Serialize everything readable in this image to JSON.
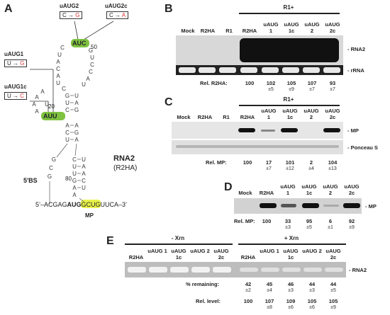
{
  "panels": {
    "A": "A",
    "B": "B",
    "C": "C",
    "D": "D",
    "E": "E"
  },
  "panelA": {
    "mutations": [
      {
        "name": "uAUG2",
        "from": "C →",
        "to": "G"
      },
      {
        "name": "uAUG2c",
        "from": "C →",
        "to": "A"
      },
      {
        "name": "uAUG1",
        "from": "U →",
        "to": "G"
      },
      {
        "name": "uAUG1c",
        "from": "U →",
        "to": "C"
      }
    ],
    "title": "RNA2",
    "subtitle": "(R2HA)",
    "bs_label": "5'BS",
    "num50": "50",
    "num20": "20",
    "num80": "80",
    "seq5": "5’–ACGAG",
    "seqAUG": "AUG",
    "seq3": "GCUGUUCA–3’",
    "mp": "MP",
    "auc": "AUC",
    "auu": "AUU"
  },
  "panelB": {
    "group": "R1+",
    "lanes": [
      "Mock",
      "R2HA",
      "R1",
      "R2HA",
      "uAUG 1",
      "uAUG 1c",
      "uAUG 2",
      "uAUG 2c"
    ],
    "side_labels": [
      "- RNA2",
      "- rRNA"
    ],
    "rel_label": "Rel. R2HA:",
    "values": [
      "100",
      "102",
      "105",
      "107",
      "93"
    ],
    "sds": [
      "",
      "±5",
      "±9",
      "±7",
      "±7"
    ]
  },
  "panelC": {
    "group": "R1+",
    "lanes": [
      "Mock",
      "R2HA",
      "R1",
      "R2HA",
      "uAUG 1",
      "uAUG 1c",
      "uAUG 2",
      "uAUG 2c"
    ],
    "side_labels": [
      "- MP",
      "- Ponceau S"
    ],
    "rel_label": "Rel. MP:",
    "values": [
      "100",
      "17",
      "101",
      "2",
      "104"
    ],
    "sds": [
      "",
      "±7",
      "±12",
      "±4",
      "±13"
    ]
  },
  "panelD": {
    "lanes": [
      "Mock",
      "R2HA",
      "uAUG 1",
      "uAUG 1c",
      "uAUG 2",
      "uAUG 2c"
    ],
    "side_labels": [
      "- MP"
    ],
    "rel_label": "Rel. MP:",
    "values": [
      "100",
      "33",
      "95",
      "6",
      "92"
    ],
    "sds": [
      "",
      "±3",
      "±5",
      "±1",
      "±9"
    ]
  },
  "panelE": {
    "groups": [
      "- Xrn",
      "+ Xrn"
    ],
    "lanes": [
      "R2HA",
      "uAUG 1",
      "uAUG 1c",
      "uAUG 2",
      "uAUG 2c",
      "R2HA",
      "uAUG 1",
      "uAUG 1c",
      "uAUG 2",
      "uAUG 2c"
    ],
    "side_labels": [
      "- RNA2"
    ],
    "pct_label": "% remaining:",
    "pct_values": [
      "42",
      "45",
      "46",
      "44",
      "44"
    ],
    "pct_sds": [
      "±2",
      "±4",
      "±3",
      "±3",
      "±5"
    ],
    "rel_label": "Rel. level:",
    "rel_values": [
      "100",
      "107",
      "109",
      "105",
      "105"
    ],
    "rel_sds": [
      "",
      "±8",
      "±6",
      "±6",
      "±9"
    ]
  }
}
